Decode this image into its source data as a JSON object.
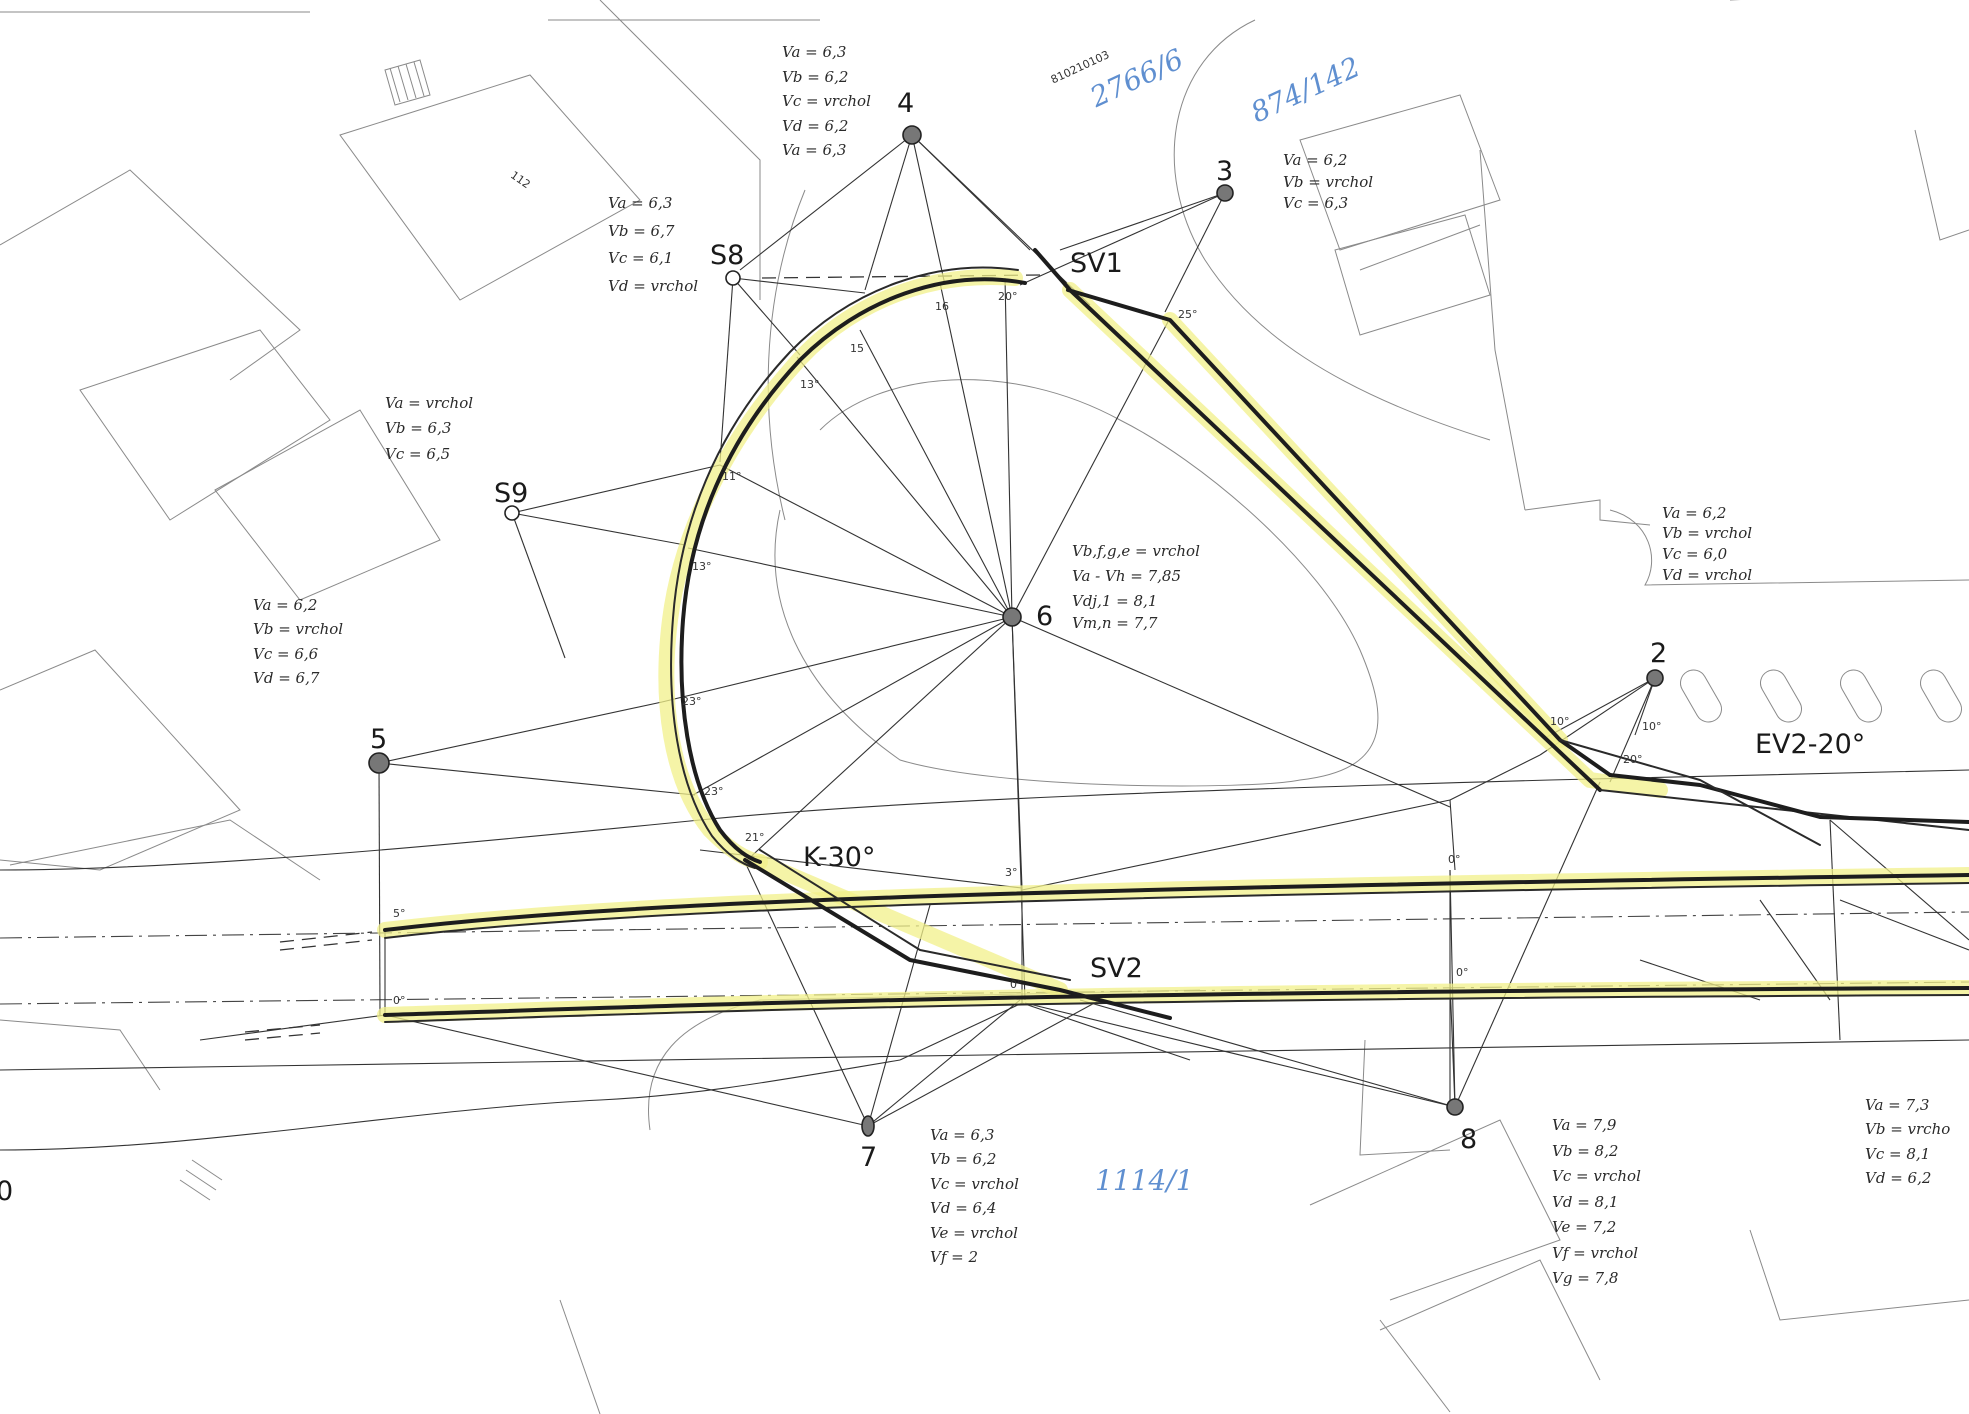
{
  "parcels": {
    "p112": "112",
    "p2766": "2766/6",
    "p874": "874/142",
    "p1114": "1114/1",
    "header_small": "810210103"
  },
  "labels": {
    "sv1": "SV1",
    "sv2": "SV2",
    "k30": "K-30°",
    "ev2": "EV2-20°",
    "zero_left": "0"
  },
  "poles": {
    "p2": "2",
    "p3": "3",
    "p4": "4",
    "p5": "5",
    "p6": "6",
    "p7": "7",
    "p8": "8",
    "s8": "S8",
    "s9": "S9"
  },
  "notes": {
    "n4": [
      "Va = 6,3",
      "Vb = 6,2",
      "Vc = vrchol",
      "Vd = 6,2",
      "Va = 6,3"
    ],
    "n3": [
      "Va = 6,2",
      "Vb = vrchol",
      "Vc = 6,3"
    ],
    "ns8": [
      "Va = 6,3",
      "Vb = 6,7",
      "Vc = 6,1",
      "Vd = vrchol"
    ],
    "ns9": [
      "Va = vrchol",
      "Vb = 6,3",
      "Vc = 6,5"
    ],
    "n5": [
      "Va = 6,2",
      "Vb = vrchol",
      "Vc = 6,6",
      "Vd = 6,7"
    ],
    "n6": [
      "Vb,f,g,e = vrchol",
      "Va - Vh = 7,85",
      "Vdj,1 = 8,1",
      "Vm,n = 7,7"
    ],
    "n2": [
      "Va = 6,2",
      "Vb = vrchol",
      "Vc = 6,0",
      "Vd = vrchol"
    ],
    "n7": [
      "Va = 6,3",
      "Vb = 6,2",
      "Vc = vrchol",
      "Vd = 6,4",
      "Ve = vrchol",
      "Vf = 2"
    ],
    "n8": [
      "Va = 7,9",
      "Vb = 8,2",
      "Vc = vrchol",
      "Vd = 8,1",
      "Ve = 7,2",
      "Vf = vrchol",
      "Vg = 7,8"
    ],
    "nright": [
      "Va = 7,3",
      "Vb = vrcho",
      "Vc = 8,1",
      "Vd = 6,2"
    ]
  },
  "angles": {
    "a15": "15",
    "a16": "16",
    "a20": "20°",
    "a25": "25°",
    "a13a": "13°",
    "a13b": "13°",
    "a11": "11°",
    "a23a": "23°",
    "a23b": "23°",
    "a21": "21°",
    "a5": "5°",
    "a0a": "0°",
    "a3": "3°",
    "a0b": "0°",
    "a0c": "0°",
    "a0d": "0°",
    "a10a": "10°",
    "a10b": "10°",
    "a20b": "20°"
  },
  "colors": {
    "ink": "#1d1d1d",
    "highlight": "#f2f08a",
    "stamp_blue": "#5f8fd0"
  }
}
